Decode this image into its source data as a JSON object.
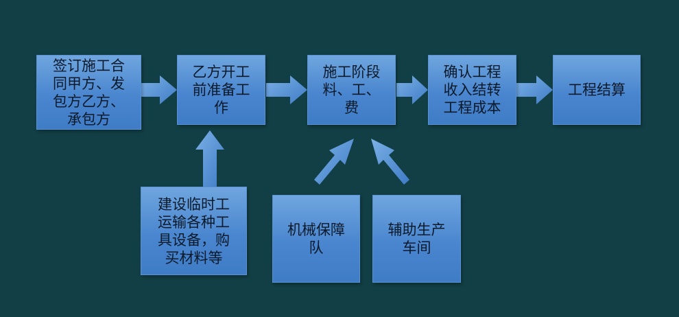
{
  "colors": {
    "background": "#113f45",
    "box_fill": "#4a86cf",
    "arrow_fill": "#5b95d6"
  },
  "flow": {
    "step1": "签订施工合\n同甲方、发\n包方乙方、\n承包方",
    "step2": "乙方开工\n前准备工\n作",
    "step3": "施工阶段\n料、工、\n费",
    "step4": "确认工程\n收入结转\n工程成本",
    "step5": "工程结算"
  },
  "inputs": {
    "prep_support": "建设临时工\n运输各种工\n具设备，购\n买材料等",
    "machinery_team": "机械保障\n队",
    "aux_workshop": "辅助生产\n车间"
  }
}
